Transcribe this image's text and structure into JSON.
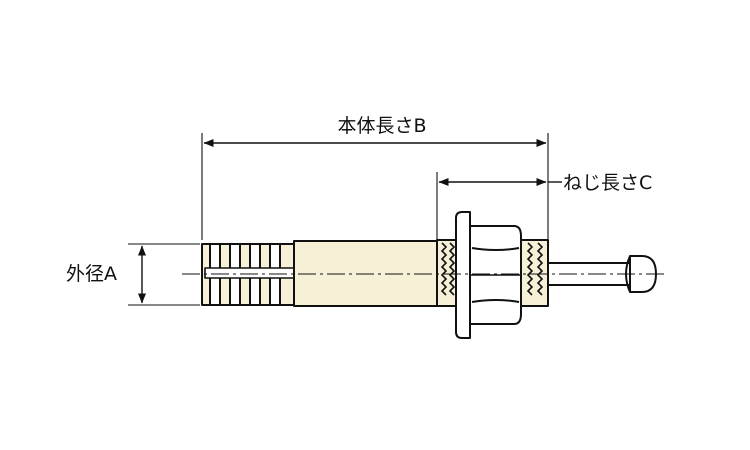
{
  "labels": {
    "body_length": "本体長さB",
    "thread_length": "ねじ長さC",
    "outer_diameter": "外径A"
  }
}
